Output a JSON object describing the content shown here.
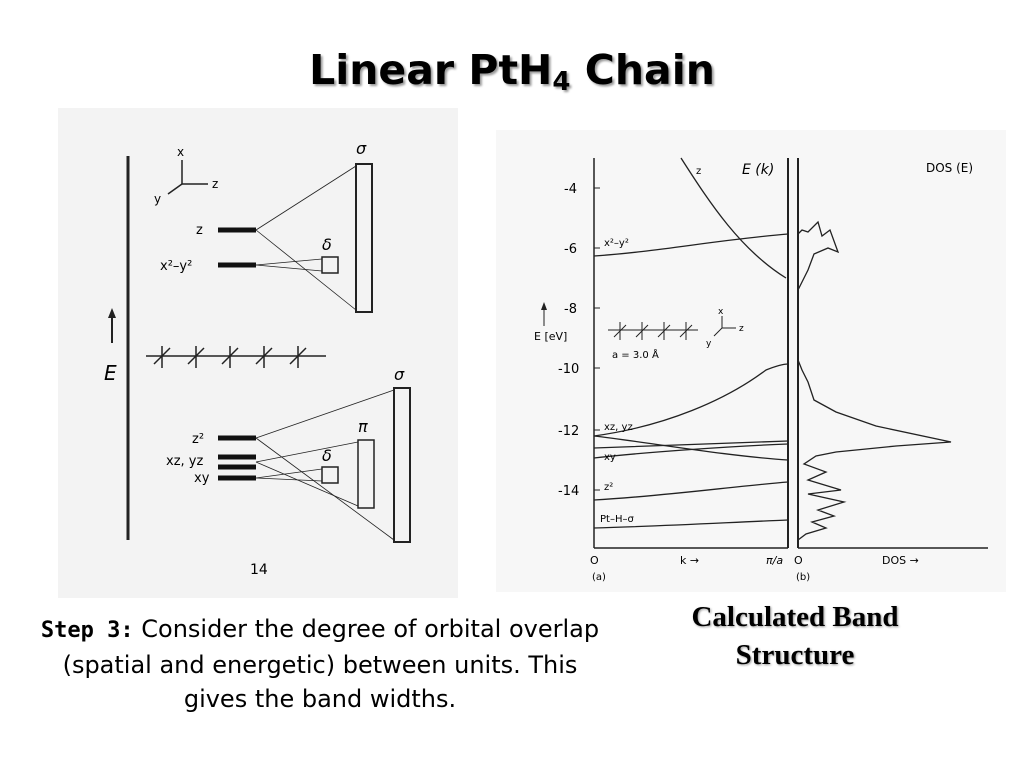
{
  "title": {
    "main": "Linear PtH",
    "subscript": "4",
    "suffix": " Chain"
  },
  "left_diagram": {
    "axis_labels": {
      "x": "x",
      "y": "y",
      "z": "z"
    },
    "energy_label": "E",
    "top_group": {
      "orbital_labels": [
        "z",
        "x²–y²"
      ],
      "band_labels": [
        "σ",
        "δ"
      ]
    },
    "bottom_group": {
      "orbital_labels": [
        "z²",
        "xz, yz",
        "xy"
      ],
      "band_labels": [
        "σ",
        "π",
        "δ"
      ]
    },
    "figure_number": "14"
  },
  "band_plot": {
    "ylabel": "E [eV]",
    "yticks": [
      "-4",
      "-6",
      "-8",
      "-10",
      "-12",
      "-14"
    ],
    "header_ek": "E (k)",
    "header_dos": "DOS (E)",
    "curve_labels": [
      "z",
      "x²–y²",
      "xz, yz",
      "xy",
      "z²",
      "Pt–H–σ"
    ],
    "inset_label": "a = 3.0 Å",
    "inset_axes": {
      "x": "x",
      "y": "y",
      "z": "z"
    },
    "xaxis_a": {
      "start": "O",
      "k": "k →",
      "end": "π/a",
      "panel": "(a)"
    },
    "xaxis_b": {
      "start": "O",
      "dos": "DOS →",
      "panel": "(b)"
    }
  },
  "step": {
    "lead": "Step 3:",
    "text": " Consider the degree of orbital overlap (spatial and energetic) between units. This gives the band widths."
  },
  "caption": "Calculated Band Structure"
}
